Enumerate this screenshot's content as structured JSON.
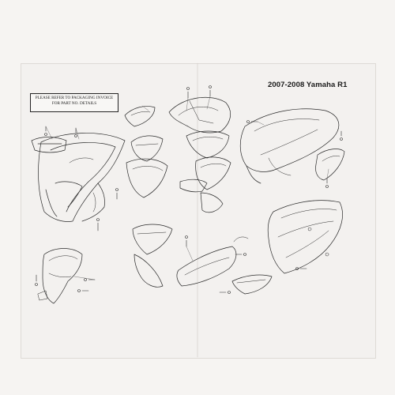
{
  "diagram": {
    "title": "2007-2008 Yamaha R1",
    "notice": {
      "line1": "PLEASE REFER TO PACKAGING INVOICE",
      "line2": "FOR PART No. DETAILS"
    },
    "colors": {
      "ink": "#2a2a2a",
      "paper": "#f3f1ef",
      "background": "#f6f4f2"
    }
  }
}
